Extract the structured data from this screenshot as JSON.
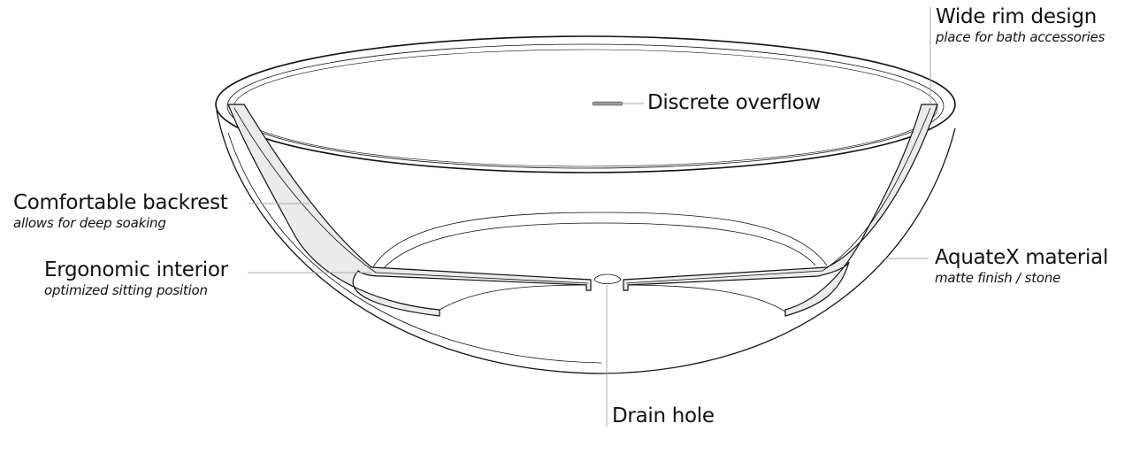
{
  "labels": {
    "wide_rim": {
      "title": "Wide rim design",
      "subtitle": "place for bath accessories"
    },
    "overflow": {
      "title": "Discrete overflow"
    },
    "backrest": {
      "title": "Comfortable backrest",
      "subtitle": "allows for deep soaking"
    },
    "interior": {
      "title": "Ergonomic interior",
      "subtitle": "optimized sitting position"
    },
    "material": {
      "title": "AquateX material",
      "subtitle": "matte finish / stone"
    },
    "drain": {
      "title": "Drain hole"
    }
  },
  "colors": {
    "stroke": "#111111",
    "section_fill": "#ebebeb",
    "leader": "#aaaaaa"
  }
}
